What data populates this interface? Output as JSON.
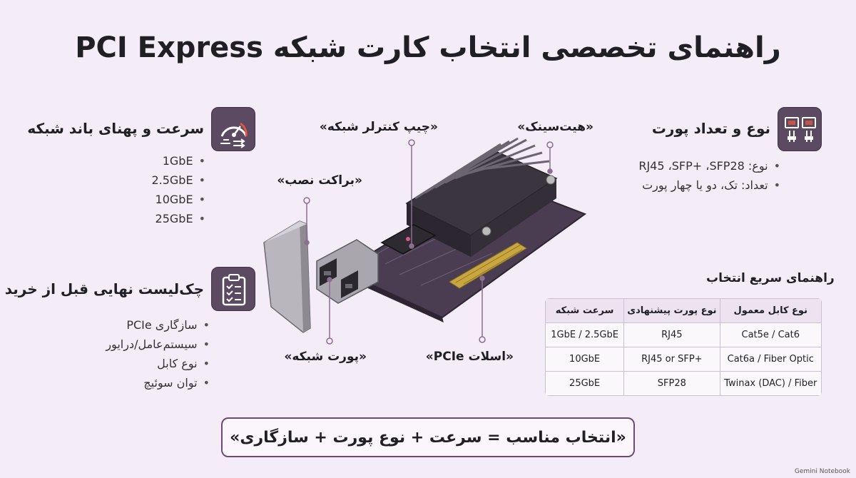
{
  "title": "راهنمای تخصصی انتخاب کارت شبکه PCI Express",
  "speed": {
    "title": "سرعت و پهنای باند شبکه",
    "icon": "speedometer-icon",
    "items": [
      "1GbE",
      "2.5GbE",
      "10GbE",
      "25GbE"
    ]
  },
  "ports": {
    "title": "نوع و تعداد پورت",
    "icon": "ethernet-ports-icon",
    "items": [
      "نوع: RJ45 ،SFP+ ،SFP28",
      "تعداد: تک، دو یا چهار پورت"
    ]
  },
  "checklist": {
    "title": "چک‌لیست نهایی قبل از خرید",
    "icon": "clipboard-checklist-icon",
    "items": [
      "سازگاری PCIe",
      "سیستم‌عامل/درایور",
      "نوع کابل",
      "توان سوئیچ"
    ]
  },
  "callouts": {
    "chip": "«چیپ کنترلر شبکه»",
    "heatsink": "«هیت‌سینک»",
    "bracket": "«براکت نصب»",
    "port": "«پورت شبکه»",
    "slot": "«اسلات PCIe»"
  },
  "quick_guide": {
    "title": "راهنمای سریع انتخاب",
    "headers": [
      "نوع کابل معمول",
      "نوع پورت پیشنهادی",
      "سرعت شبکه"
    ],
    "rows": [
      [
        "Cat5e / Cat6",
        "RJ45",
        "1GbE / 2.5GbE"
      ],
      [
        "Cat6a / Fiber Optic",
        "RJ45 or SFP+",
        "10GbE"
      ],
      [
        "Twinax (DAC) / Fiber",
        "SFP28",
        "25GbE"
      ]
    ]
  },
  "formula": "«انتخاب مناسب = سرعت + نوع پورت + سازگاری»",
  "footer": "Gemini Notebook",
  "colors": {
    "background": "#f4ecf7",
    "icon_box": "#5b4a62",
    "accent": "#6b4a78",
    "pcb": "#4a3d52",
    "gold_contacts": "#c9a640"
  }
}
